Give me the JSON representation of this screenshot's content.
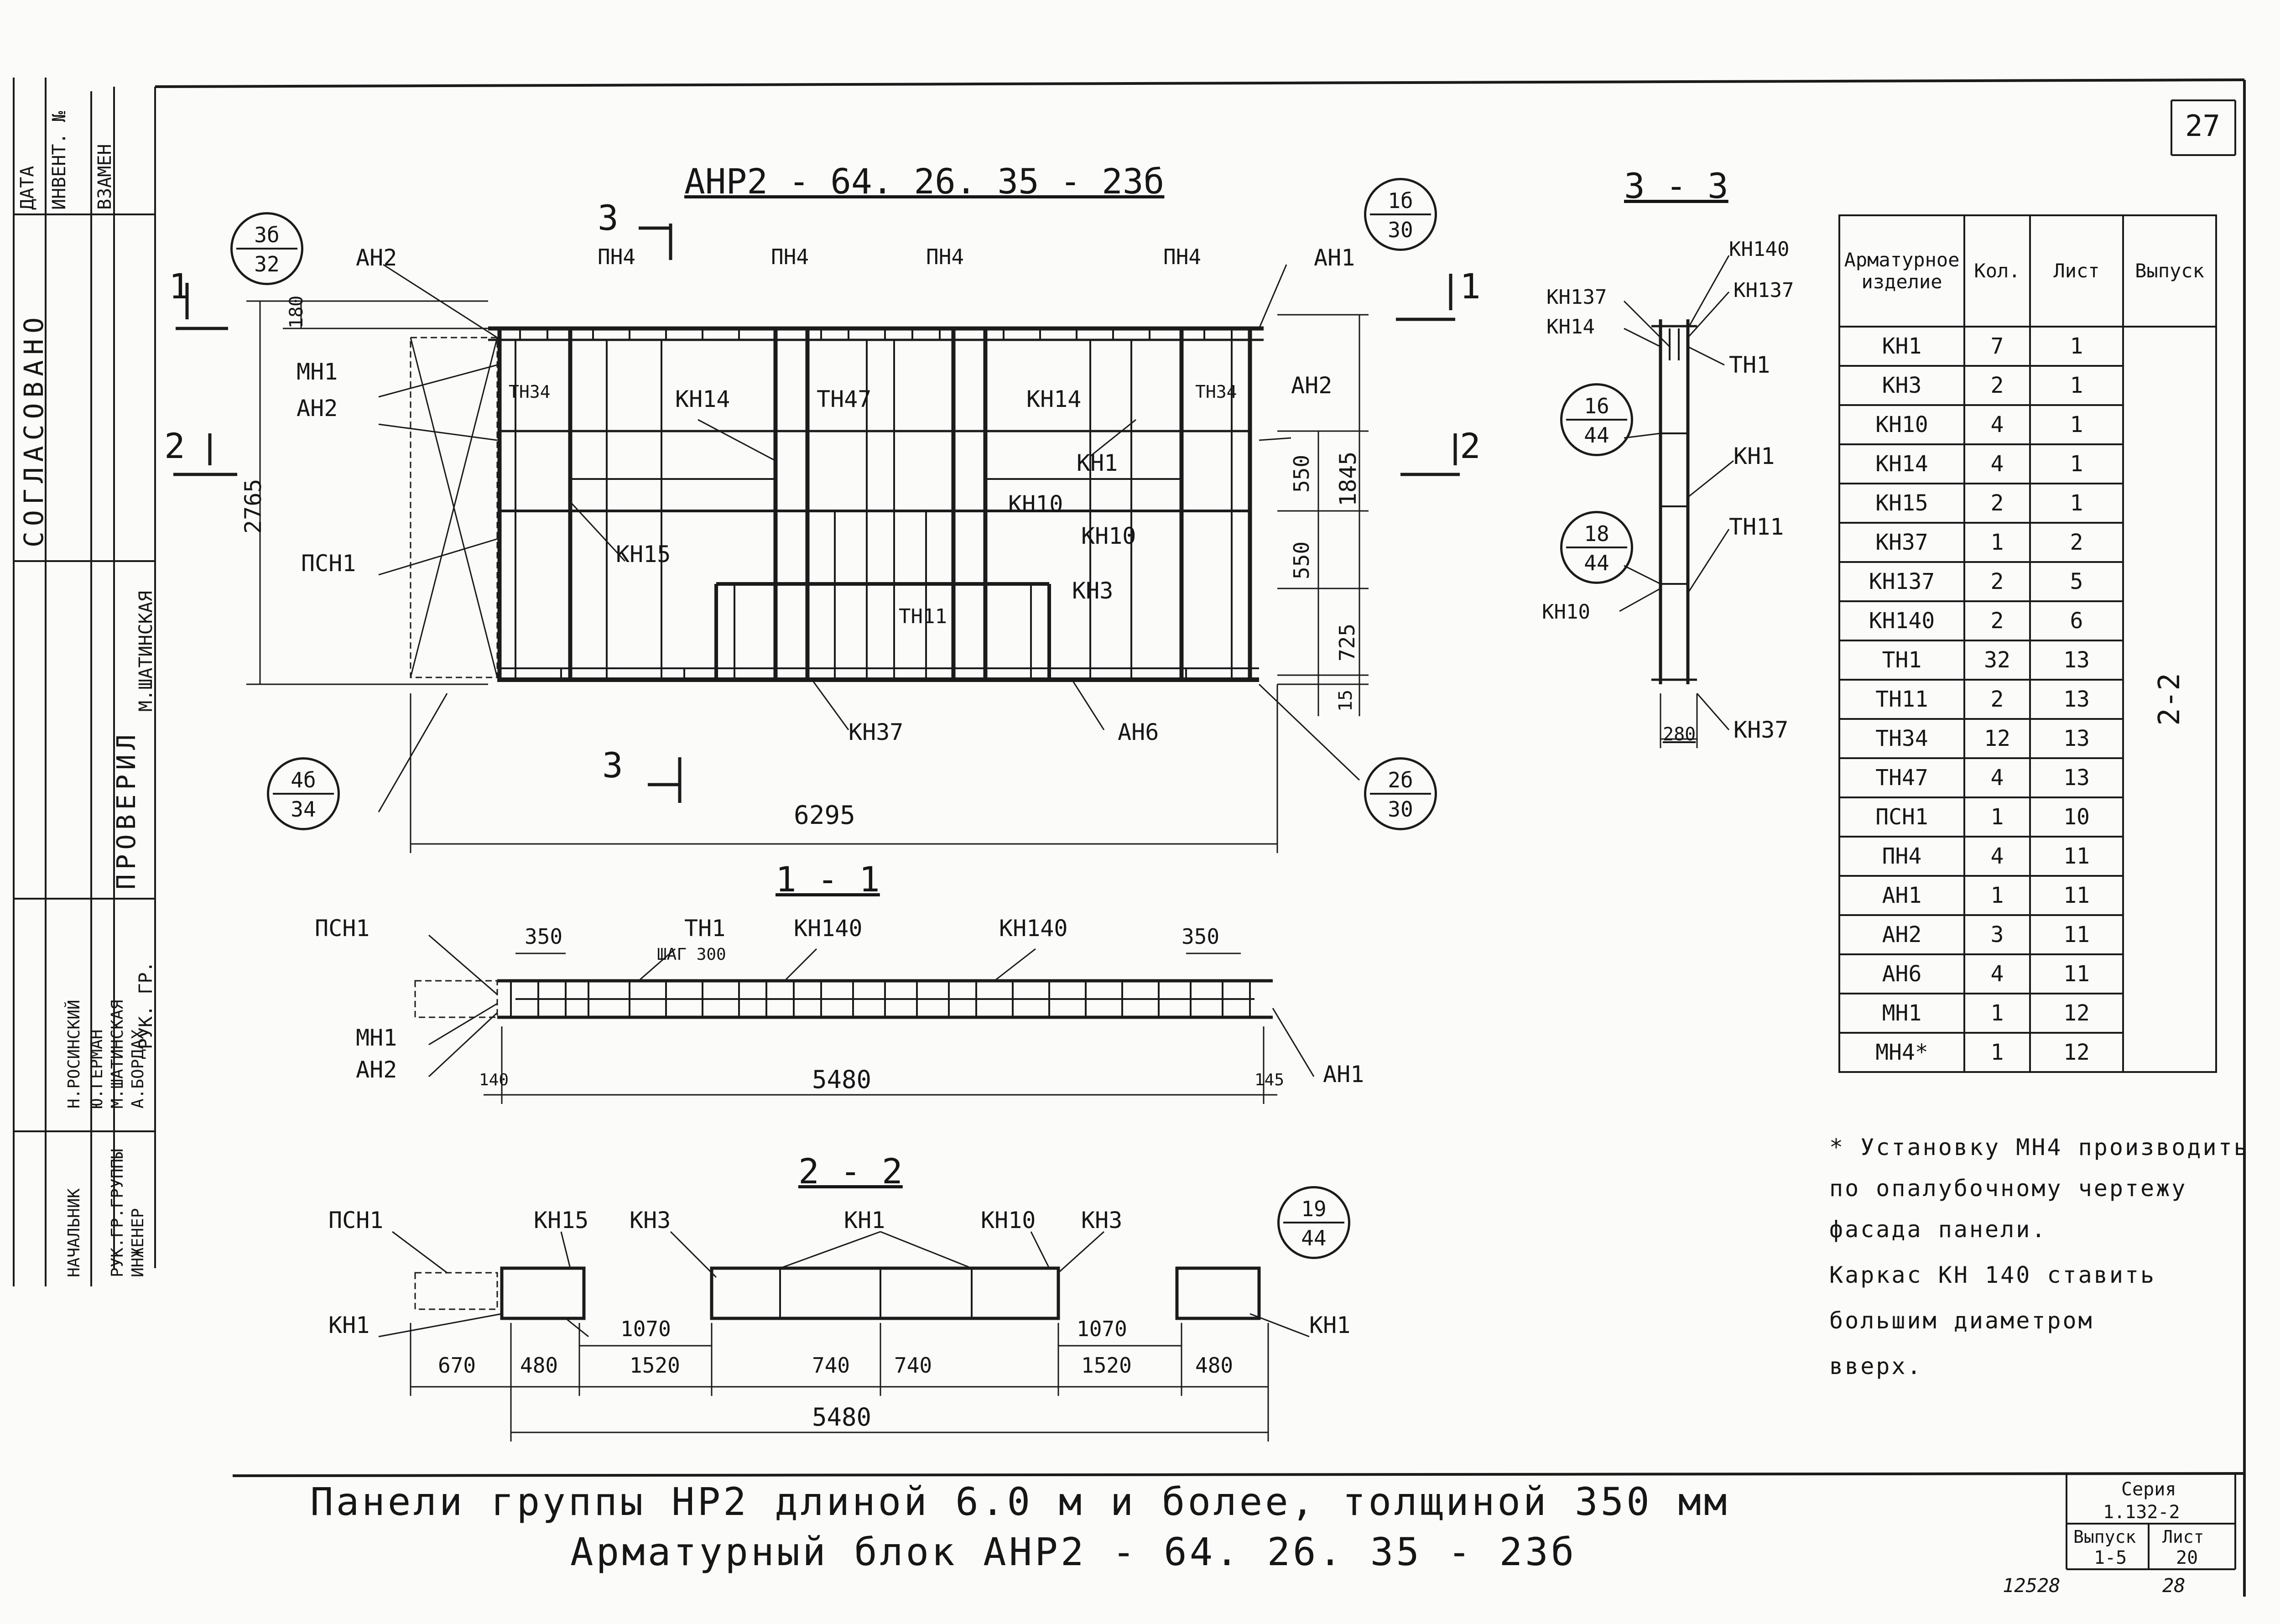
{
  "sheet_number": "27",
  "stamp": {
    "date_label": "ДАТА",
    "inventory_label": "ИНВЕНТ. №",
    "replaces_label": "ВЗАМЕН",
    "agreed_label": "СОГЛАСОВАНО",
    "checked_label": "ПРОВЕРИЛ",
    "checker_name": "М.ШАТИНСКАЯ",
    "group_head_label": "РУК. ГР.",
    "roles": [
      "НАЧАЛЬНИК",
      "РУК.ГР.ГРУППЫ",
      "ИНЖЕНЕР"
    ],
    "names": [
      "Н.РОСИНСКИЙ",
      "Ю.ГЕРМАН",
      "М.ШАТИНСКАЯ",
      "А.БОРДАХ"
    ]
  },
  "main_view": {
    "title": "АНР2 - 64. 26. 35 - 23б",
    "section_marks": [
      "1",
      "2",
      "3",
      "3"
    ],
    "labels": [
      "АН2",
      "МН1",
      "АН2",
      "ПСН1",
      "ТН34",
      "КН15",
      "КН14",
      "ТН47",
      "КН14",
      "ТН34",
      "КН1",
      "КН10",
      "КН10",
      "КН3",
      "ТН11",
      "КН37",
      "АН6",
      "АН1",
      "АН2",
      "ПН4",
      "ПН4",
      "ПН4",
      "ПН4"
    ],
    "dims": [
      "180",
      "2765",
      "550",
      "550",
      "1845",
      "725",
      "15",
      "6295"
    ],
    "callouts": [
      {
        "top": "3б",
        "bottom": "32"
      },
      {
        "top": "1б",
        "bottom": "30"
      },
      {
        "top": "4б",
        "bottom": "34"
      },
      {
        "top": "2б",
        "bottom": "30"
      }
    ]
  },
  "section_3_3": {
    "title": "3 - 3",
    "labels": [
      "КН140",
      "КН137",
      "КН137",
      "КН14",
      "ТН1",
      "КН1",
      "ТН11",
      "КН10",
      "КН37"
    ],
    "dim": "280",
    "callouts": [
      {
        "top": "16",
        "bottom": "44"
      },
      {
        "top": "18",
        "bottom": "44"
      }
    ]
  },
  "section_1_1": {
    "title": "1 - 1",
    "labels": [
      "ПСН1",
      "ТН1",
      "КН140",
      "КН140",
      "МН1",
      "АН2",
      "АН1"
    ],
    "step_label": "ШАГ 300",
    "dims": [
      "350",
      "350",
      "140",
      "5480",
      "145"
    ]
  },
  "section_2_2": {
    "title": "2 - 2",
    "labels": [
      "ПСН1",
      "КН15",
      "КН3",
      "КН1",
      "КН10",
      "КН3",
      "КН1",
      "КН1"
    ],
    "dims": [
      "670",
      "480",
      "1070",
      "1520",
      "740",
      "740",
      "1070",
      "1520",
      "480",
      "5480"
    ],
    "callout": {
      "top": "19",
      "bottom": "44"
    }
  },
  "spec_table": {
    "headers": [
      "Арматурное изделие",
      "Кол.",
      "Лист",
      "Выпуск"
    ],
    "rows": [
      [
        "КН1",
        "7",
        "1"
      ],
      [
        "КН3",
        "2",
        "1"
      ],
      [
        "КН10",
        "4",
        "1"
      ],
      [
        "КН14",
        "4",
        "1"
      ],
      [
        "КН15",
        "2",
        "1"
      ],
      [
        "КН37",
        "1",
        "2"
      ],
      [
        "КН137",
        "2",
        "5"
      ],
      [
        "КН140",
        "2",
        "6"
      ],
      [
        "ТН1",
        "32",
        "13"
      ],
      [
        "ТН11",
        "2",
        "13"
      ],
      [
        "ТН34",
        "12",
        "13"
      ],
      [
        "ТН47",
        "4",
        "13"
      ],
      [
        "ПСН1",
        "1",
        "10"
      ],
      [
        "ПН4",
        "4",
        "11"
      ],
      [
        "АН1",
        "1",
        "11"
      ],
      [
        "АН2",
        "3",
        "11"
      ],
      [
        "АН6",
        "4",
        "11"
      ],
      [
        "МН1",
        "1",
        "12"
      ],
      [
        "МН4*",
        "1",
        "12"
      ]
    ],
    "release": "2-2"
  },
  "notes": [
    "* Установку МН4 производить",
    "по опалубочному чертежу",
    "фасада панели.",
    "Каркас КН 140 ставить",
    "большим диаметром",
    "вверх."
  ],
  "title_block": {
    "line1": "Панели группы НР2 длиной 6.0 м и более, толщиной 350 мм",
    "line2": "Арматурный блок АНР2 - 64. 26. 35 - 23б",
    "series_label": "Серия",
    "series_value": "1.132-2",
    "release_label": "Выпуск",
    "release_value": "1-5",
    "sheet_label": "Лист",
    "sheet_value": "20"
  },
  "archive_number": "12528",
  "archive_page": "28"
}
